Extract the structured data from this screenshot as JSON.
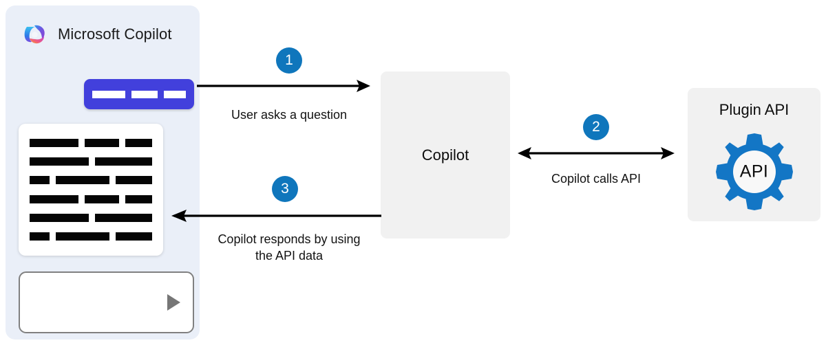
{
  "panel": {
    "title": "Microsoft Copilot",
    "logo_icon": "copilot-logo-icon",
    "pill_icon": "blue-command-pill",
    "doc_icon": "document-placeholder-card",
    "input_placeholder": "",
    "send_icon": "send-triangle-icon",
    "background_color": "#EAEFF8",
    "pill_color": "#4240DC"
  },
  "copilot_box": {
    "label": "Copilot",
    "background_color": "#F1F1F1"
  },
  "plugin_box": {
    "title": "Plugin API",
    "gear_label": "API",
    "gear_icon": "gear-icon",
    "gear_color": "#1376C5",
    "background_color": "#F1F1F1"
  },
  "steps": [
    {
      "number": "1",
      "caption": "User asks a question",
      "direction": "right",
      "badge_color": "#0F76BC"
    },
    {
      "number": "2",
      "caption": "Copilot calls API",
      "direction": "both",
      "badge_color": "#0F76BC"
    },
    {
      "number": "3",
      "caption": "Copilot responds by using\nthe API data",
      "direction": "left",
      "badge_color": "#0F76BC"
    }
  ],
  "doc_rows": [
    [
      88,
      62,
      48
    ],
    [
      114,
      110
    ],
    [
      40,
      108,
      74
    ],
    [
      88,
      62,
      48
    ],
    [
      114,
      110
    ],
    [
      40,
      108,
      74
    ]
  ]
}
